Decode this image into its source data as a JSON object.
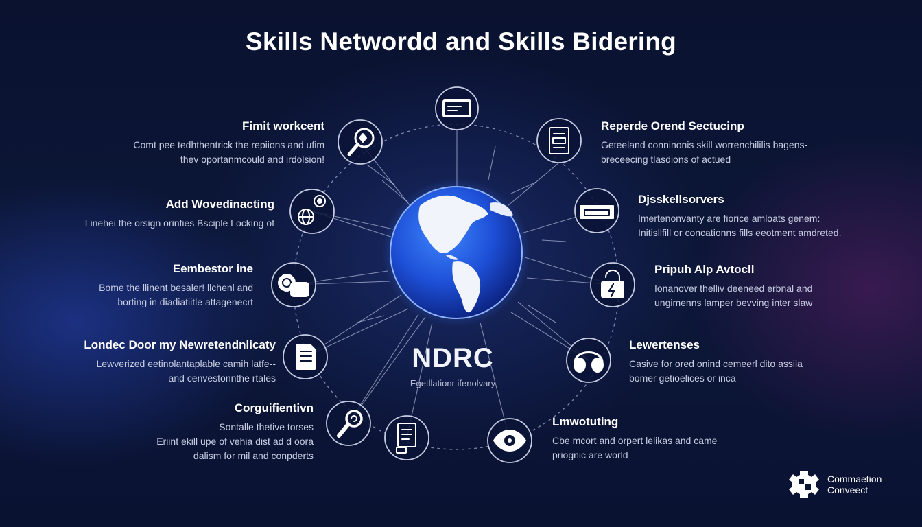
{
  "title": "Skills Networdd and Skills Bidering",
  "center": {
    "title": "NDRC",
    "subtitle": "Egetllationr ifenolvary"
  },
  "labels": [
    {
      "side": "left",
      "heading": "Fimit workcent",
      "lines": [
        "Comt pee tedhthentrick the repiions and ufim",
        "thev oportanmcould and irdolsion!"
      ]
    },
    {
      "side": "left",
      "heading": "Add Wovedinacting",
      "lines": [
        "Linehei the orsign orinfies Bsciple Locking of"
      ]
    },
    {
      "side": "left",
      "heading": "Eembestor ine",
      "lines": [
        "Bome the llinent besaler! llchenl and",
        "borting in diadiatiitle attagenecrt"
      ]
    },
    {
      "side": "left",
      "heading": "Londec Door my Newretendnlicaty",
      "lines": [
        "Lewverized eetinolantaplable camih latfe--",
        "and cenvestonnthe rtales"
      ]
    },
    {
      "side": "left",
      "heading": "Corguifientivn",
      "lines": [
        "Sontalle thetive torses",
        "Eriint ekill upe of vehia dist ad d oora",
        "dalism for mil and conpderts"
      ]
    },
    {
      "side": "right",
      "heading": "Reperde Orend Sectucinp",
      "lines": [
        "Geteeland conninonis skill worrenchililis bagens-",
        "breceecing tlasdions of actued"
      ]
    },
    {
      "side": "right",
      "heading": "Djsskellsorvers",
      "lines": [
        "Imertenonvanty are fiorice amloats genem:",
        "Initisllfill or concationns fills eeotment amdreted."
      ]
    },
    {
      "side": "right",
      "heading": "Pripuh Alp Avtocll",
      "lines": [
        "Ionanover thelliv deeneed erbnal and",
        "ungimenns lamper bevving inter slaw"
      ]
    },
    {
      "side": "right",
      "heading": "Lewertenses",
      "lines": [
        "Casive for ored onind cemeerl dito assiia",
        "bomer getioelices or inca"
      ]
    },
    {
      "side": "right",
      "heading": "Lmwotuting",
      "lines": [
        "Cbe mcort and orpert lelikas and came",
        "priognic are world"
      ]
    }
  ],
  "nodes": [
    {
      "name": "monitor-icon"
    },
    {
      "name": "checklist-document-icon"
    },
    {
      "name": "keyboard-icon"
    },
    {
      "name": "lock-icon"
    },
    {
      "name": "headset-icon"
    },
    {
      "name": "eye-icon"
    },
    {
      "name": "clipboard-icon"
    },
    {
      "name": "magnifier-icon"
    },
    {
      "name": "document-icon"
    },
    {
      "name": "gear-icon"
    },
    {
      "name": "globe-location-icon"
    },
    {
      "name": "search-analysis-icon"
    }
  ],
  "brand": {
    "line1": "Commaetion",
    "line2": "Conveect"
  }
}
